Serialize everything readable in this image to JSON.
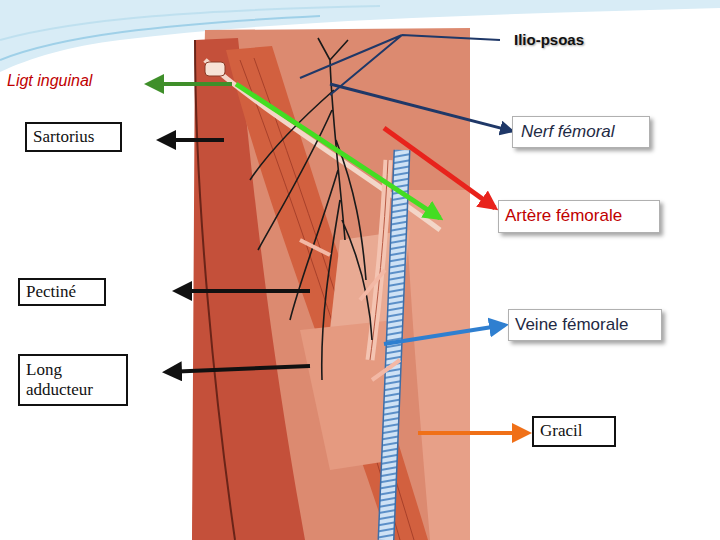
{
  "diagram": {
    "nodes": [
      {
        "text": [
          "Sartorius"
        ]
      },
      {
        "text": [
          "Nerf fémoral"
        ]
      },
      {
        "text": [
          "Artère fémorale"
        ]
      },
      {
        "text": [
          "Pectiné"
        ]
      },
      {
        "text": [
          "Veine fémorale"
        ]
      },
      {
        "text": [
          "Long adducteur"
        ]
      },
      {
        "text": [
          "Gracil"
        ]
      }
    ],
    "labels": [
      "Ilio-psoas",
      "Ligt inguinal"
    ]
  }
}
